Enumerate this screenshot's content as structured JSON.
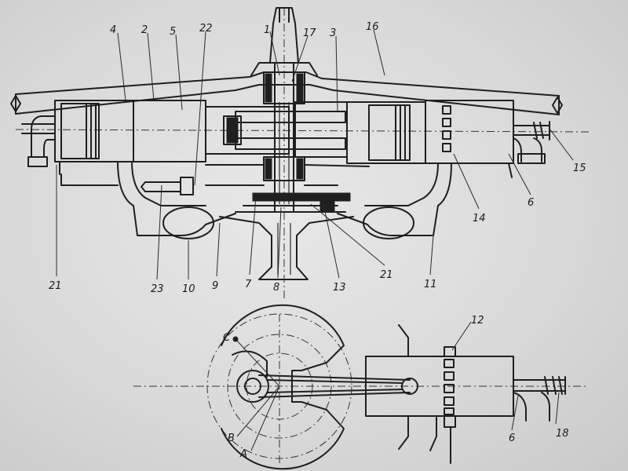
{
  "top_view": {
    "labels": {
      "l1": "1",
      "l2": "2",
      "l3": "3",
      "l4": "4",
      "l5": "5",
      "l6": "6",
      "l7": "7",
      "l8": "8",
      "l9": "9",
      "l10": "10",
      "l11": "11",
      "l13": "13",
      "l14": "14",
      "l15": "15",
      "l16": "16",
      "l17": "17",
      "l21a": "21",
      "l21b": "21",
      "l22": "22",
      "l23": "23"
    }
  },
  "bottom_view": {
    "labels": {
      "l12": "12",
      "l6": "6",
      "l18": "18",
      "lA": "A",
      "lB": "B",
      "lC": "C"
    }
  }
}
